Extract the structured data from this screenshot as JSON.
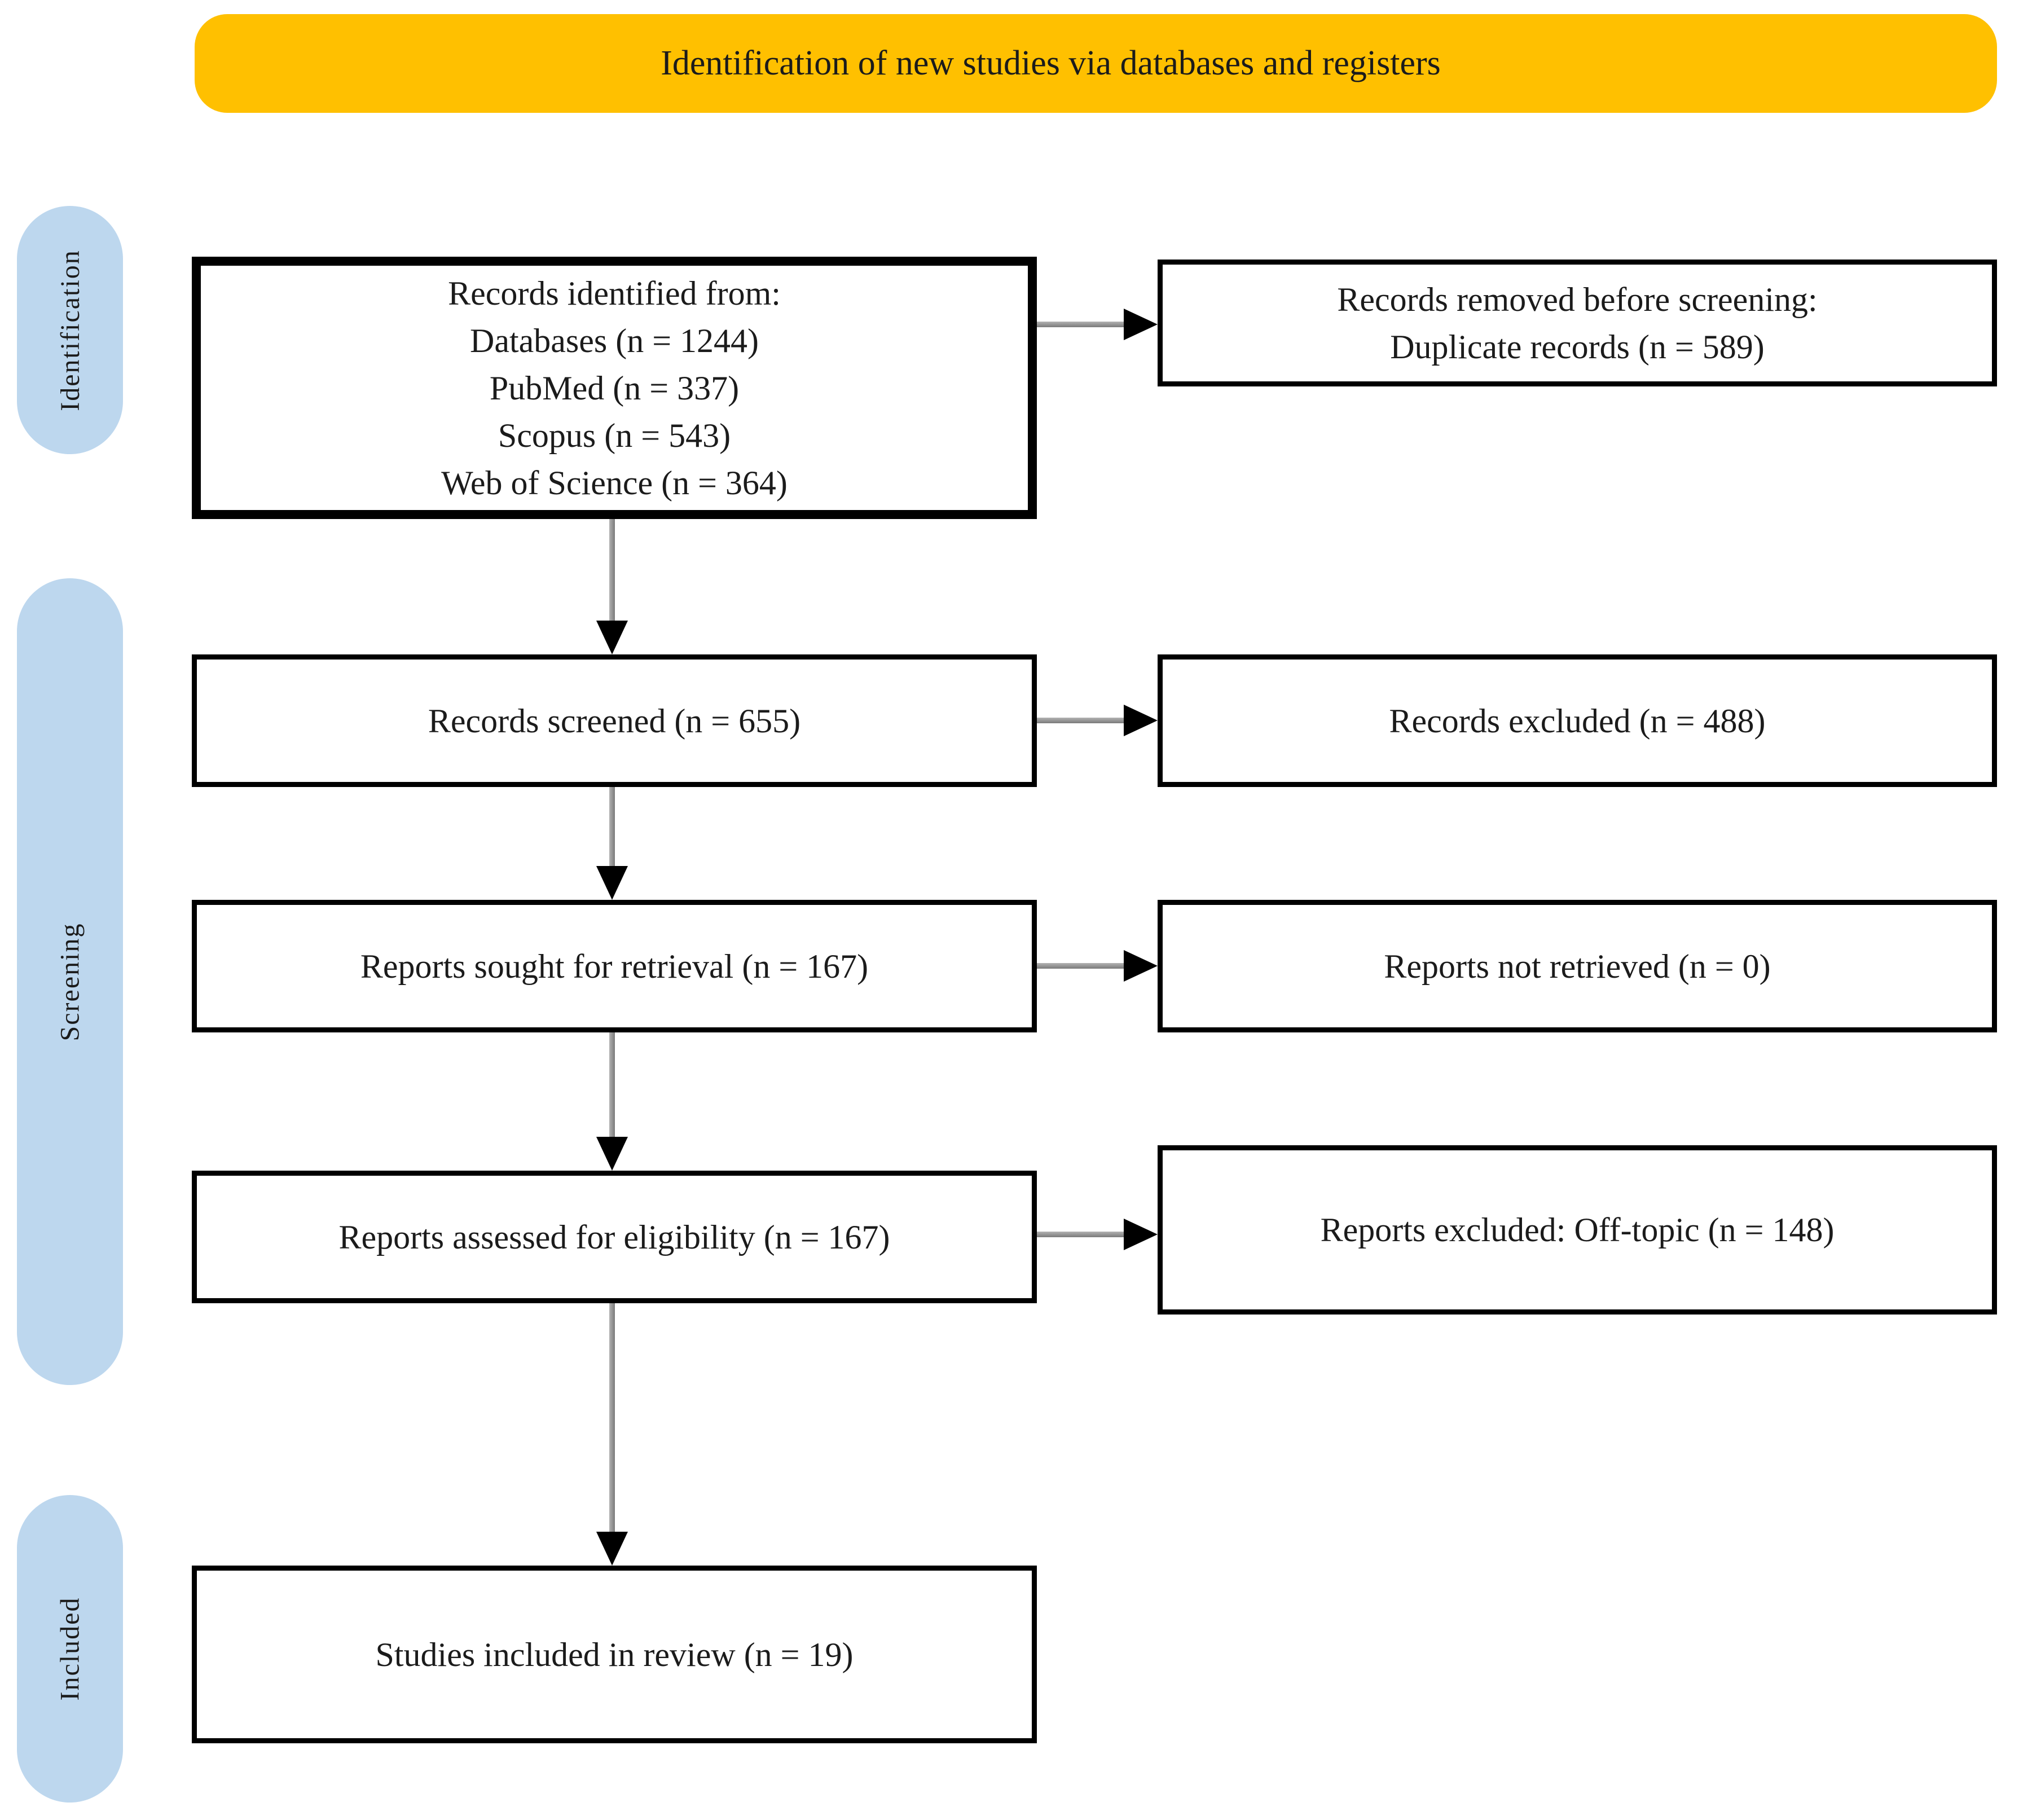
{
  "header": {
    "title": "Identification of new studies via databases and registers"
  },
  "stages": [
    {
      "label": "Identification"
    },
    {
      "label": "Screening"
    },
    {
      "label": "Included"
    }
  ],
  "boxes": {
    "records_identified": {
      "lines": [
        "Records identified from:",
        "Databases (n = 1244)",
        "PubMed (n = 337)",
        "Scopus (n = 543)",
        "Web of Science (n = 364)"
      ]
    },
    "records_removed": {
      "lines": [
        "Records removed before screening:",
        "Duplicate records (n = 589)"
      ]
    },
    "records_screened": {
      "label": "Records screened (n = 655)"
    },
    "records_excluded": {
      "label": "Records excluded (n = 488)"
    },
    "reports_sought": {
      "label": "Reports sought for retrieval (n = 167)"
    },
    "reports_not_retrieved": {
      "label": "Reports not retrieved (n = 0)"
    },
    "reports_assessed": {
      "label": "Reports assessed for eligibility (n = 167)"
    },
    "reports_excluded": {
      "label": "Reports excluded: Off-topic (n = 148)"
    },
    "studies_included": {
      "label": "Studies included in review (n = 19)"
    }
  },
  "edges": [
    {
      "from": "records_identified",
      "to": "records_removed"
    },
    {
      "from": "records_identified",
      "to": "records_screened"
    },
    {
      "from": "records_screened",
      "to": "records_excluded"
    },
    {
      "from": "records_screened",
      "to": "reports_sought"
    },
    {
      "from": "reports_sought",
      "to": "reports_not_retrieved"
    },
    {
      "from": "reports_sought",
      "to": "reports_assessed"
    },
    {
      "from": "reports_assessed",
      "to": "reports_excluded"
    },
    {
      "from": "reports_assessed",
      "to": "studies_included"
    }
  ],
  "colors": {
    "banner_fill": "#FFC000",
    "stage_fill": "#BDD7EE",
    "box_border": "#000000",
    "arrow_shaft": "#8A8A8A",
    "arrow_head": "#000000",
    "text": "#1B1B1B",
    "background": "#FFFFFF"
  }
}
